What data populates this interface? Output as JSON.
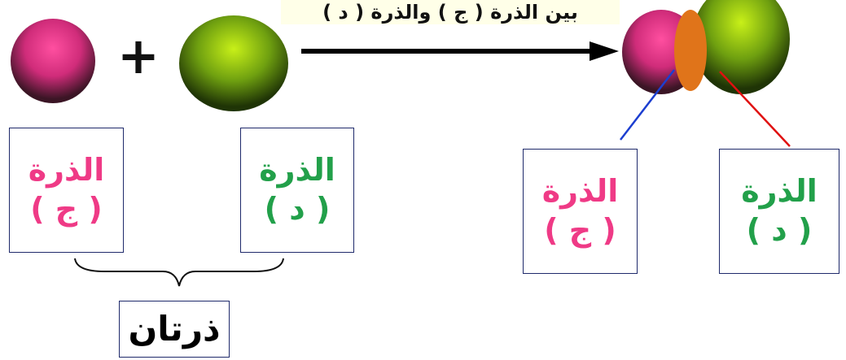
{
  "reaction": {
    "plus": "+",
    "arrow_label": "بين الذرة ( ج )  والذرة ( د )"
  },
  "reactants": {
    "atom_c": {
      "line1": "الذرة",
      "line2": "( ج )"
    },
    "atom_d": {
      "line1": "الذرة",
      "line2": "( د )"
    },
    "group_label": "ذرتان"
  },
  "product": {
    "atom_c": {
      "line1": "الذرة",
      "line2": "( ج )"
    },
    "atom_d": {
      "line1": "الذرة",
      "line2": "( د )"
    }
  },
  "colors": {
    "atom_c_sphere": "#d63a86",
    "atom_d_sphere": "#6a9c10",
    "overlap": "#e0741a",
    "atom_c_text": "#ef3a86",
    "atom_d_text": "#22a04a",
    "line_blue": "#1c3ed0",
    "line_red": "#e01010"
  }
}
